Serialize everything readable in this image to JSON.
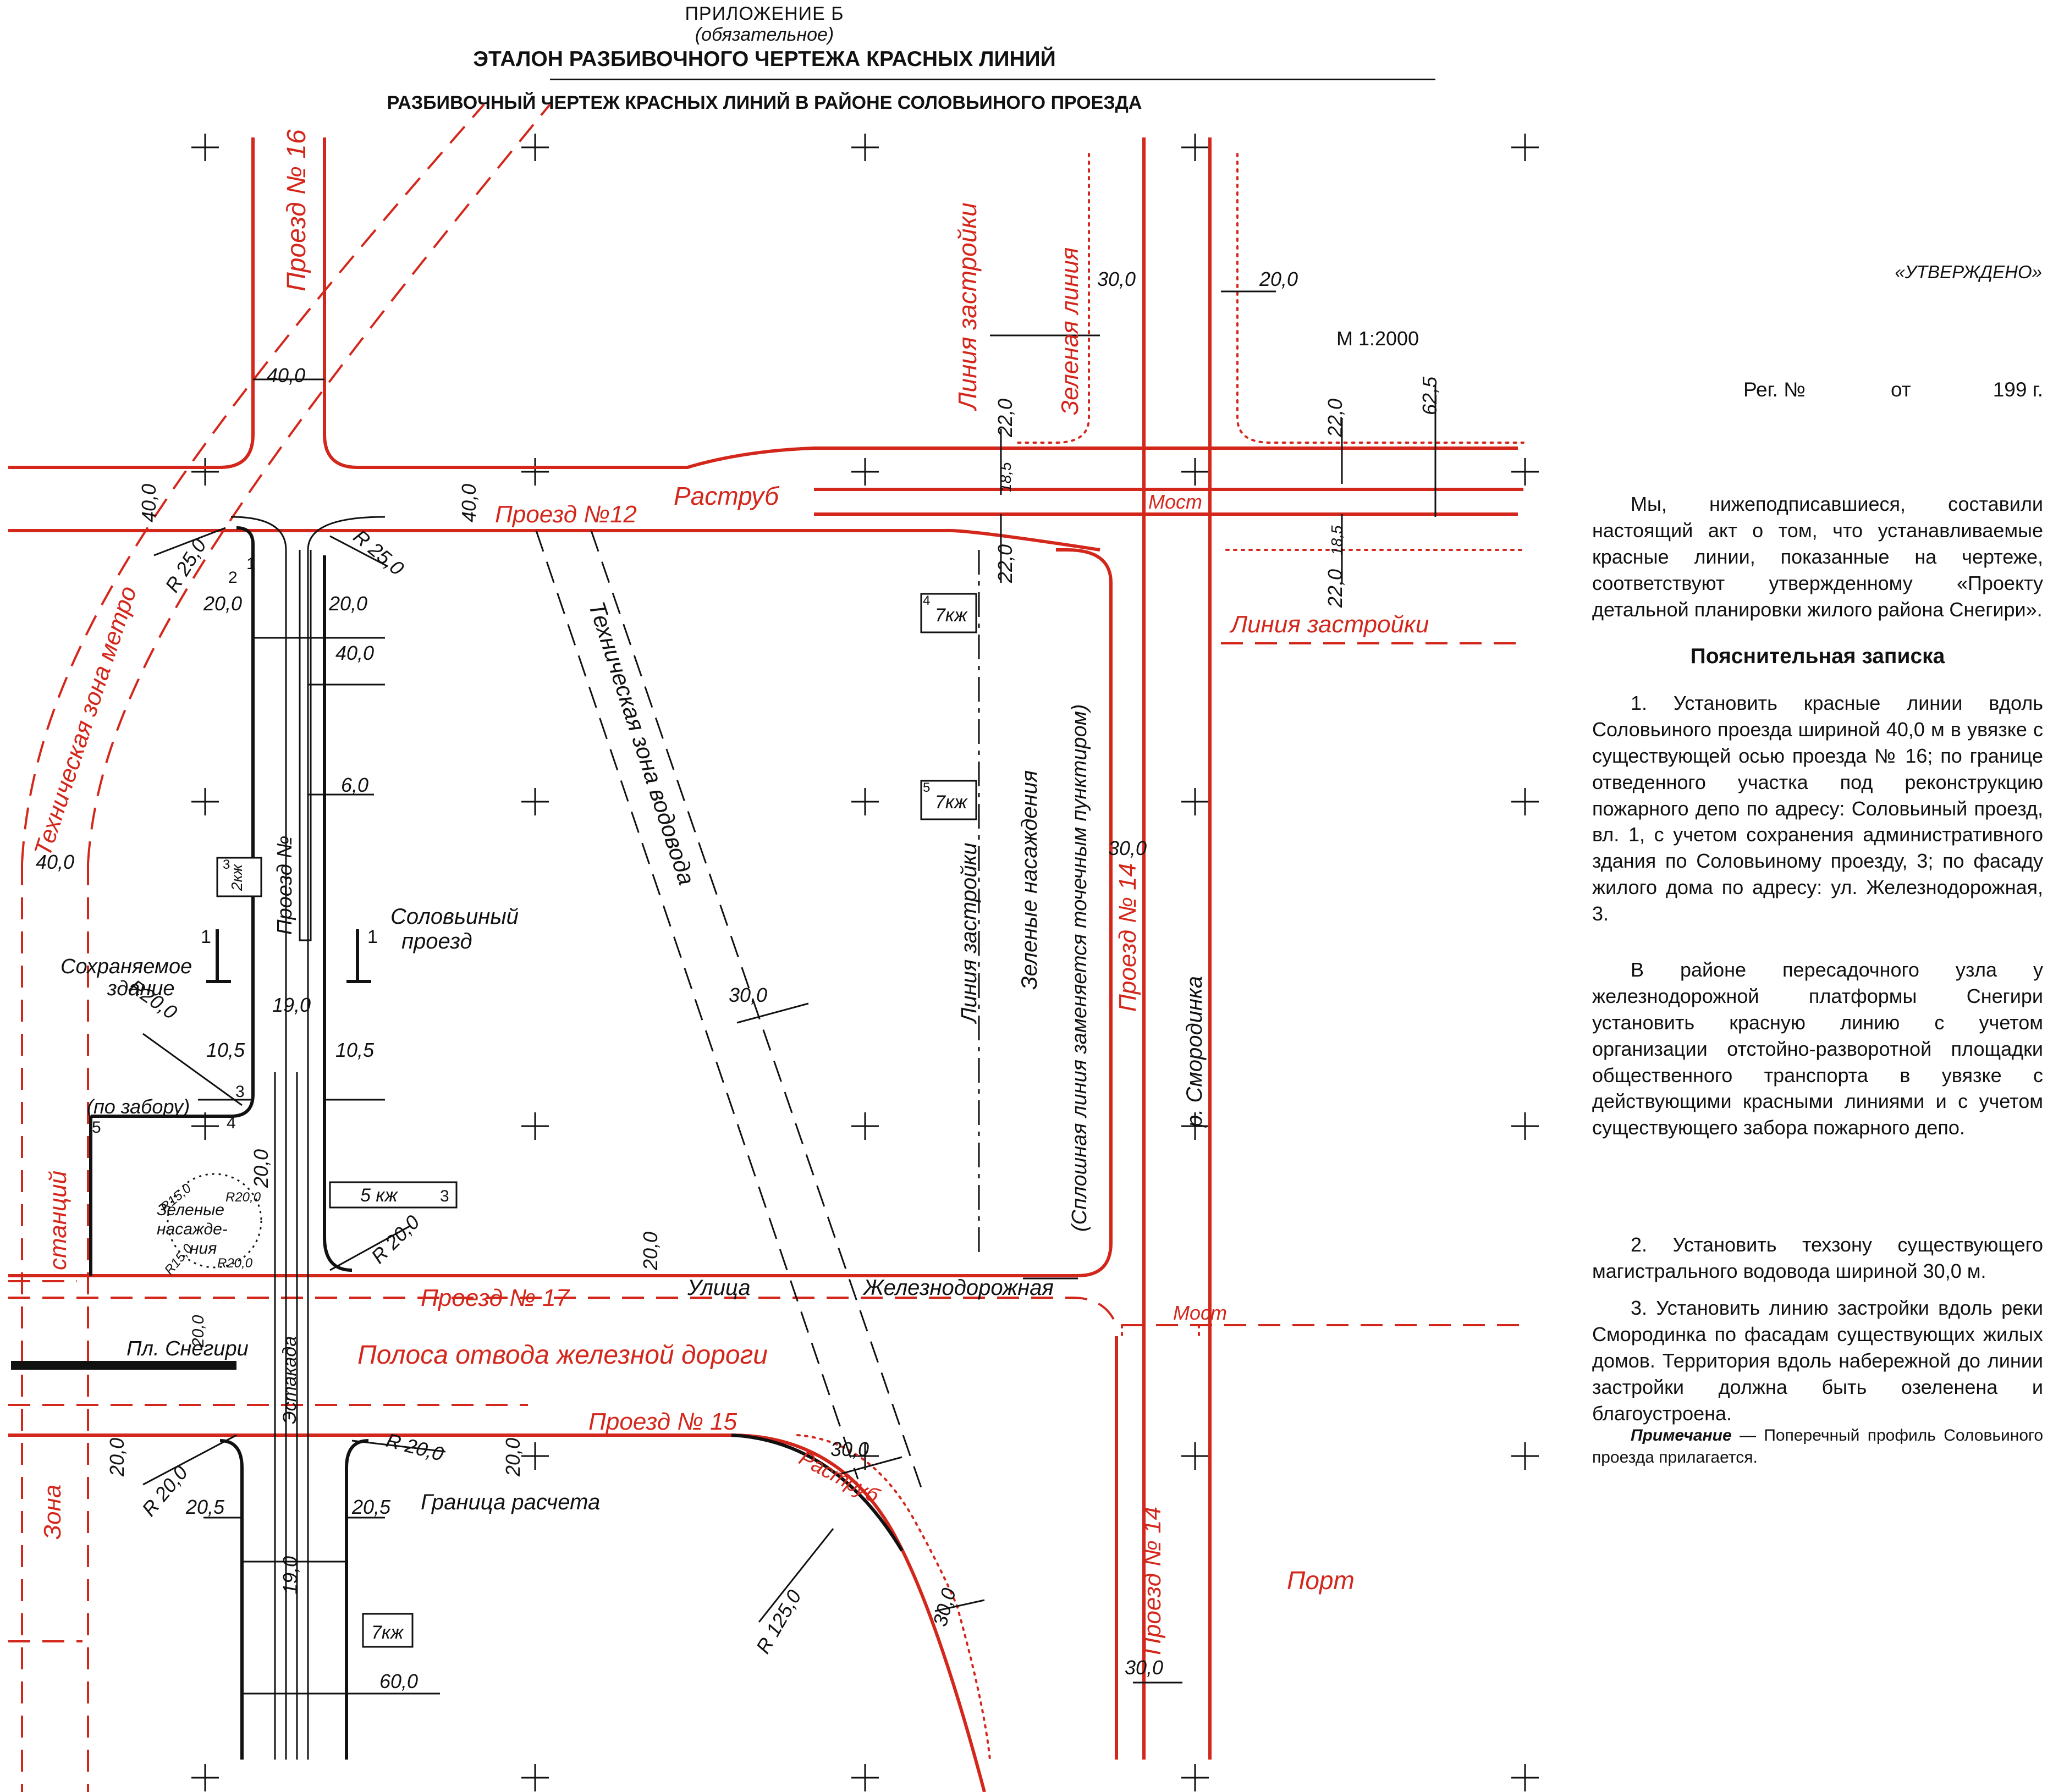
{
  "header": {
    "appendix": "ПРИЛОЖЕНИЕ Б",
    "mandatory": "(обязательное)",
    "title": "ЭТАЛОН РАЗБИВОЧНОГО ЧЕРТЕЖА КРАСНЫХ ЛИНИЙ",
    "subtitle": "РАЗБИВОЧНЫЙ ЧЕРТЕЖ КРАСНЫХ ЛИНИЙ В РАЙОНЕ СОЛОВЬИНОГО ПРОЕЗДА"
  },
  "side": {
    "approved": "«УТВЕРЖДЕНО»",
    "reg_label": "Рег. №",
    "reg_from": "от",
    "reg_year": "199 г.",
    "intro": "Мы, нижеподписавшиеся, составили настоящий акт о том, что устанавливаемые красные линии, показанные на чертеже, соответствуют утвержденному «Проекту детальной планировки жилого района Снегири».",
    "note_title": "Пояснительная записка",
    "item1": "1. Установить красные линии вдоль Соловьиного проезда шириной 40,0 м в увязке с существующей осью проезда № 16; по границе отведенного участка под реконструкцию пожарного депо по адресу: Соловьиный проезд, вл. 1, с учетом сохранения административного здания по Соловьиному проезду, 3; по фасаду жилого дома по адресу: ул. Железнодорожная, 3.",
    "item1b": "В районе пересадочного узла у железнодорожной платформы Снегири установить красную линию с учетом организации отстойно-разворотной площадки общественного транспорта в увязке с действующими красными линиями и с учетом существующего забора пожарного депо.",
    "item2": "2. Установить техзону существующего магистрального водовода шириной 30,0 м.",
    "item3": "3. Установить линию застройки вдоль реки Смородинка по фасадам существующих жилых домов. Территория вдоль набережной до линии застройки должна быть озеленена и благоустроена.",
    "note_label": "Примечание",
    "note_text": " — Поперечный профиль Соловьиного проезда прилагается."
  },
  "drawing": {
    "scale": "М 1:2000",
    "red_labels": {
      "proezd16": "Проезд № 16",
      "proezd12": "Проезд №12",
      "rastrub1": "Раструб",
      "most1": "Мост",
      "most2": "Мост",
      "liniya_zastroiki1": "Линия застройки",
      "liniya_zastroiki2": "Линия застройки",
      "zelenaya_liniya": "Зеленая линия",
      "tech_zona_metro": "Техническая зона метро",
      "proezd17": "Проезд № 17",
      "polosa": "Полоса отвода железной дороги",
      "proezd15": "Проезд № 15",
      "rastrub2": "Раструб",
      "proezd14a": "Проезд № 14",
      "proezd14b": "Проезд № 14",
      "port": "Порт",
      "zona": "Зона",
      "stancii": "станций"
    },
    "black_labels": {
      "tech_zona_vodovoda": "Техническая зона водовода",
      "liniya_zastroiki3": "Линия застройки",
      "zelenye_nasazhdeniya": "Зеленые насаждения",
      "sploshnaya": "(Сплошная линия заменяется точечным пунктиром)",
      "r_smorodinka": "р. Смородинка",
      "solovinyi": "Соловьиный",
      "proezd": "проезд",
      "proezd_no": "Проезд №",
      "sokhranyaemoe": "Сохраняемое",
      "zdanie": "здание",
      "po_zaboru": "(по забору)",
      "zelenye": "Зеленые",
      "nasazhde": "насажде-",
      "niya": "ния",
      "ulitsa": "Улица",
      "zheleznodorozhnaya": "Железнодорожная",
      "pl_snegiri": "Пл. Снегири",
      "estakada": "Эстакада",
      "granitsa": "Граница расчета",
      "b7kzh_1": "7кж",
      "b7kzh_2": "7кж",
      "b7kzh_3": "7кж",
      "b5kzh": "5 кж",
      "b2kzh": "2кж",
      "n4": "4",
      "n5": "5",
      "n3": "3",
      "n3b": "3",
      "n1a": "1",
      "n1b": "1",
      "p1": "1",
      "p2": "2",
      "p3": "3",
      "p4": "4",
      "p5": "5"
    },
    "dims": {
      "d40_16": "40,0",
      "d40_left": "40,0",
      "d40_12": "40,0",
      "r25a": "R 25,0",
      "r25b": "R 25,0",
      "d20a": "20,0",
      "d20b": "20,0",
      "d40c": "40,0",
      "d6": "6,0",
      "d40_metro": "40,0",
      "r20a": "R20,0",
      "d10_5a": "10,5",
      "d10_5b": "10,5",
      "d19": "19,0",
      "d20c": "20,0",
      "r20b": "R 20,0",
      "r15a": "R15,0",
      "r20c": "R20,0",
      "r15b": "R15,0",
      "r20d": "R20,0",
      "d20_17": "20,0",
      "d20_snegiri": "20,0",
      "d20_15l": "20,0",
      "r20e": "R 20,0",
      "r20f": "R 20,0",
      "d20_15r": "20,0",
      "d20_5a": "20,5",
      "d20_5b": "20,5",
      "d19b": "19,0",
      "d60": "60,0",
      "d30_vod1": "30,0",
      "d30_vod2": "30,0",
      "r125": "R 125,0",
      "d30_rastrub": "30,0",
      "d30_most": "30,0",
      "d20_most": "20,0",
      "d22a": "22,0",
      "d18_5a": "18,5",
      "d22b": "22,0",
      "d22c": "22,0",
      "d62_5": "62,5",
      "d18_5b": "18,5",
      "d22d": "22,0",
      "d30_14": "30,0",
      "d30_14b": "30,0"
    }
  }
}
